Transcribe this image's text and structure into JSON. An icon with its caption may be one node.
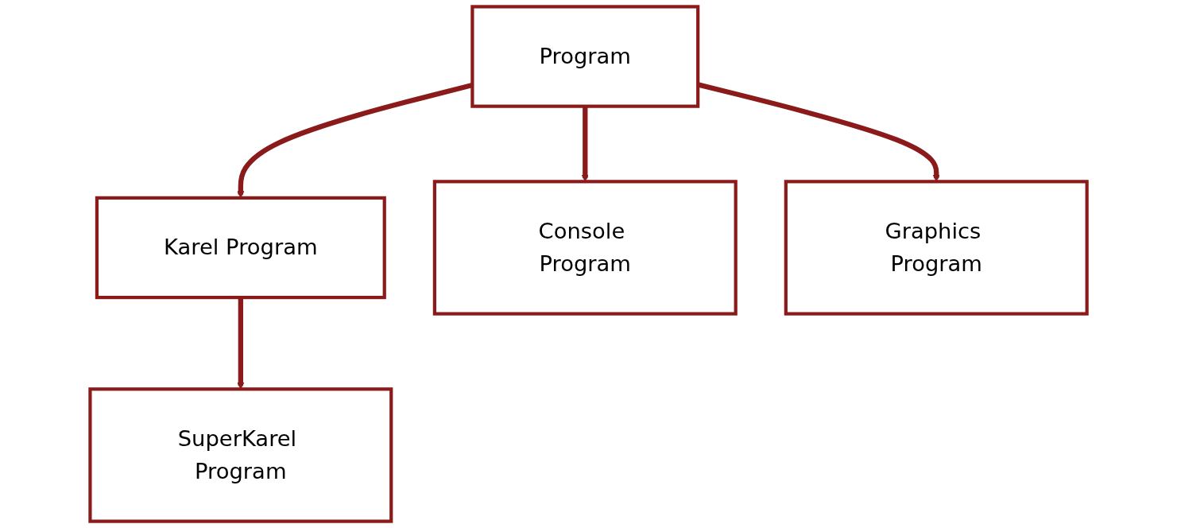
{
  "diagram": {
    "nodes": [
      {
        "text": [
          "Program"
        ]
      },
      {
        "text": [
          "Karel Program"
        ]
      },
      {
        "text": [
          "Console Program"
        ]
      },
      {
        "text": [
          "Graphics Program"
        ]
      },
      {
        "text": [
          "SuperKarel Program"
        ]
      }
    ],
    "edges": [
      {
        "from": 0,
        "to": 1,
        "arrow": "to"
      },
      {
        "from": 0,
        "to": 2,
        "arrow": "to"
      },
      {
        "from": 0,
        "to": 3,
        "arrow": "to"
      },
      {
        "from": 1,
        "to": 4,
        "arrow": "to"
      }
    ]
  }
}
